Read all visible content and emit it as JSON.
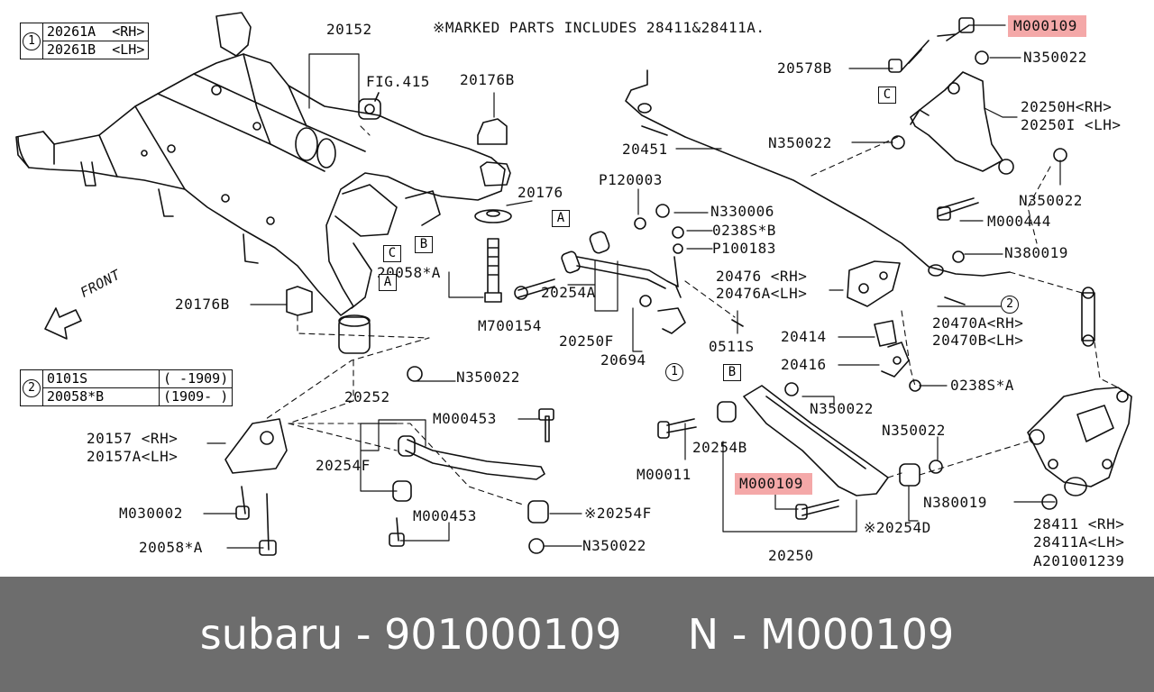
{
  "note": "※MARKED PARTS INCLUDES 28411&28411A.",
  "front_label": "FRONT",
  "legend1": {
    "marker": "1",
    "rows": [
      {
        "part": "20261A",
        "side": "<RH>"
      },
      {
        "part": "20261B",
        "side": "<LH>"
      }
    ]
  },
  "legend2": {
    "marker": "2",
    "rows": [
      {
        "part": "0101S",
        "range": "( -1909)"
      },
      {
        "part": "20058*B",
        "range": "(1909- )"
      }
    ]
  },
  "labels": [
    {
      "id": "20152",
      "text": "20152"
    },
    {
      "id": "fig415",
      "text": "FIG.415"
    },
    {
      "id": "20176B-top",
      "text": "20176B"
    },
    {
      "id": "20176",
      "text": "20176"
    },
    {
      "id": "20058A-top",
      "text": "20058*A"
    },
    {
      "id": "M700154",
      "text": "M700154"
    },
    {
      "id": "20254A",
      "text": "20254A"
    },
    {
      "id": "20250F",
      "text": "20250F"
    },
    {
      "id": "20694",
      "text": "20694"
    },
    {
      "id": "P120003",
      "text": "P120003"
    },
    {
      "id": "N330006",
      "text": "N330006"
    },
    {
      "id": "0238SB",
      "text": "0238S*B"
    },
    {
      "id": "P100183",
      "text": "P100183"
    },
    {
      "id": "0511S",
      "text": "0511S"
    },
    {
      "id": "20451",
      "text": "20451"
    },
    {
      "id": "20578B",
      "text": "20578B"
    },
    {
      "id": "N350022-a",
      "text": "N350022"
    },
    {
      "id": "20250H",
      "text": "20250H<RH>"
    },
    {
      "id": "20250I",
      "text": "20250I <LH>"
    },
    {
      "id": "N350022-b",
      "text": "N350022"
    },
    {
      "id": "N350022-c",
      "text": "N350022"
    },
    {
      "id": "M000444",
      "text": "M000444"
    },
    {
      "id": "N380019-a",
      "text": "N380019"
    },
    {
      "id": "20476",
      "text": "20476 <RH>"
    },
    {
      "id": "20476A",
      "text": "20476A<LH>"
    },
    {
      "id": "20470A",
      "text": "20470A<RH>"
    },
    {
      "id": "20470B",
      "text": "20470B<LH>"
    },
    {
      "id": "20414",
      "text": "20414"
    },
    {
      "id": "20416",
      "text": "20416"
    },
    {
      "id": "0238SA",
      "text": "0238S*A"
    },
    {
      "id": "N350022-d",
      "text": "N350022"
    },
    {
      "id": "N350022-e",
      "text": "N350022"
    },
    {
      "id": "20254B",
      "text": "20254B"
    },
    {
      "id": "M00011",
      "text": "M00011"
    },
    {
      "id": "N380019-b",
      "text": "N380019"
    },
    {
      "id": "20254D",
      "text": "※20254D"
    },
    {
      "id": "20250",
      "text": "20250"
    },
    {
      "id": "28411",
      "text": "28411 <RH>"
    },
    {
      "id": "28411A",
      "text": "28411A<LH>"
    },
    {
      "id": "A201001239",
      "text": "A201001239"
    },
    {
      "id": "20176B-low",
      "text": "20176B"
    },
    {
      "id": "N350022-f",
      "text": "N350022"
    },
    {
      "id": "20252",
      "text": "20252"
    },
    {
      "id": "M000453-a",
      "text": "M000453"
    },
    {
      "id": "20157",
      "text": "20157 <RH>"
    },
    {
      "id": "20157A",
      "text": "20157A<LH>"
    },
    {
      "id": "20254F",
      "text": "20254F"
    },
    {
      "id": "M030002",
      "text": "M030002"
    },
    {
      "id": "M000453-b",
      "text": "M000453"
    },
    {
      "id": "20254F-m",
      "text": "※20254F"
    },
    {
      "id": "N350022-g",
      "text": "N350022"
    },
    {
      "id": "20058A-low",
      "text": "20058*A"
    }
  ],
  "highlighted": [
    {
      "id": "M000109-top",
      "text": "M000109"
    },
    {
      "id": "M000109-mid",
      "text": "M000109"
    }
  ],
  "ref_boxes": {
    "A": "A",
    "B": "B",
    "C": "C"
  },
  "circle_marks": {
    "one": "1",
    "two": "2"
  },
  "footer": {
    "brand": "subaru",
    "dash1": " - ",
    "part_number": "901000109",
    "gap": "     ",
    "prefix": "N",
    "dash2": " - ",
    "code": "M000109"
  },
  "colors": {
    "footer_bg": "#6d6d6d",
    "highlight": "#f4a8a8",
    "ink": "#111111"
  }
}
